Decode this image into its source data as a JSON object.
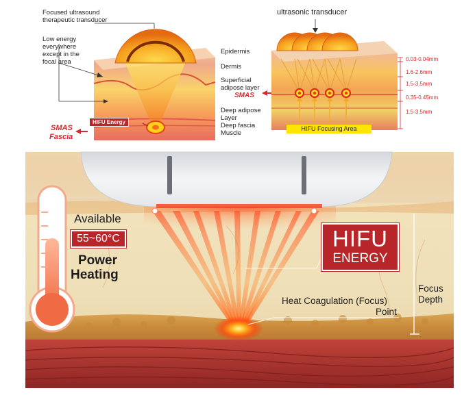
{
  "top_left": {
    "transducer_label": "Focused ultrasound therapeutic transducer",
    "low_energy_label": "Low energy everywhere except in the focal area",
    "hifu_energy_badge": "HIFU Energy",
    "smas_label": "SMAS",
    "fascia_label": "Fascia"
  },
  "layers": {
    "epidermis": "Epidermis",
    "dermis": "Dermis",
    "superficial_adipose": "Superficial adipose layer",
    "smas": "SMAS",
    "deep_adipose": "Deep adipose Layer",
    "deep_fascia": "Deep fascia",
    "muscle": "Muscle"
  },
  "top_right": {
    "transducer_label": "ultrasonic transducer",
    "focusing_area": "HIFU Focusing Area",
    "measurements": [
      "0.03-0.04mm",
      "1.6-2.6mm",
      "1.5-3.5mm",
      "0.35-0.45mm",
      "1.5-3.5mm"
    ]
  },
  "bottom": {
    "available": "Available",
    "temperature": "55~60°C",
    "power": "Power",
    "heating": "Heating",
    "hifu_line1": "HIFU",
    "hifu_line2": "ENERGY",
    "heat_coag_line1": "Heat Coagulation (Focus)",
    "heat_coag_line2": "Point",
    "focus_line1": "Focus",
    "focus_line2": "Depth"
  },
  "colors": {
    "accent_red": "#e0242c",
    "badge_red": "#b8262a",
    "focus_yellow": "#ffe600"
  }
}
